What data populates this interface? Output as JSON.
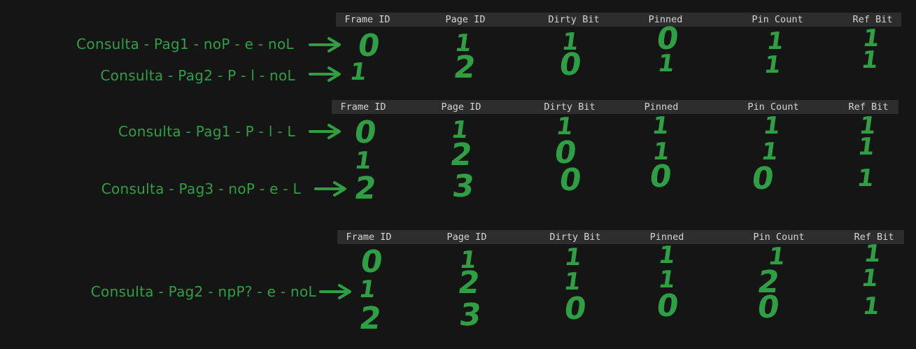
{
  "headers": [
    "Frame ID",
    "Page ID",
    "Dirty Bit",
    "Pinned",
    "Pin Count",
    "Ref Bit"
  ],
  "accent_color": "#2ea043",
  "tables": [
    {
      "rows": [
        {
          "label": "Consulta - Pag1 - noP - e - noL",
          "cells": [
            "0",
            "1",
            "1",
            "0",
            "1",
            "1"
          ]
        },
        {
          "label": "Consulta - Pag2 - P - l - noL",
          "cells": [
            "1",
            "2",
            "0",
            "1",
            "1",
            "1"
          ]
        }
      ]
    },
    {
      "rows": [
        {
          "label": "Consulta - Pag1 - P - l - L",
          "cells": [
            "0",
            "1",
            "1",
            "1",
            "1",
            "1"
          ]
        },
        {
          "label": "",
          "cells": [
            "1",
            "2",
            "0",
            "1",
            "1",
            "1"
          ]
        },
        {
          "label": "Consulta - Pag3 - noP - e - L",
          "cells": [
            "2",
            "3",
            "0",
            "0",
            "0",
            "1"
          ]
        }
      ]
    },
    {
      "rows": [
        {
          "label": "",
          "cells": [
            "0",
            "1",
            "1",
            "1",
            "1",
            "1"
          ]
        },
        {
          "label": "Consulta - Pag2 - npP? - e - noL",
          "cells": [
            "1",
            "2",
            "1",
            "1",
            "2",
            "1"
          ]
        },
        {
          "label": "",
          "cells": [
            "2",
            "3",
            "0",
            "0",
            "0",
            "1"
          ]
        }
      ]
    }
  ]
}
